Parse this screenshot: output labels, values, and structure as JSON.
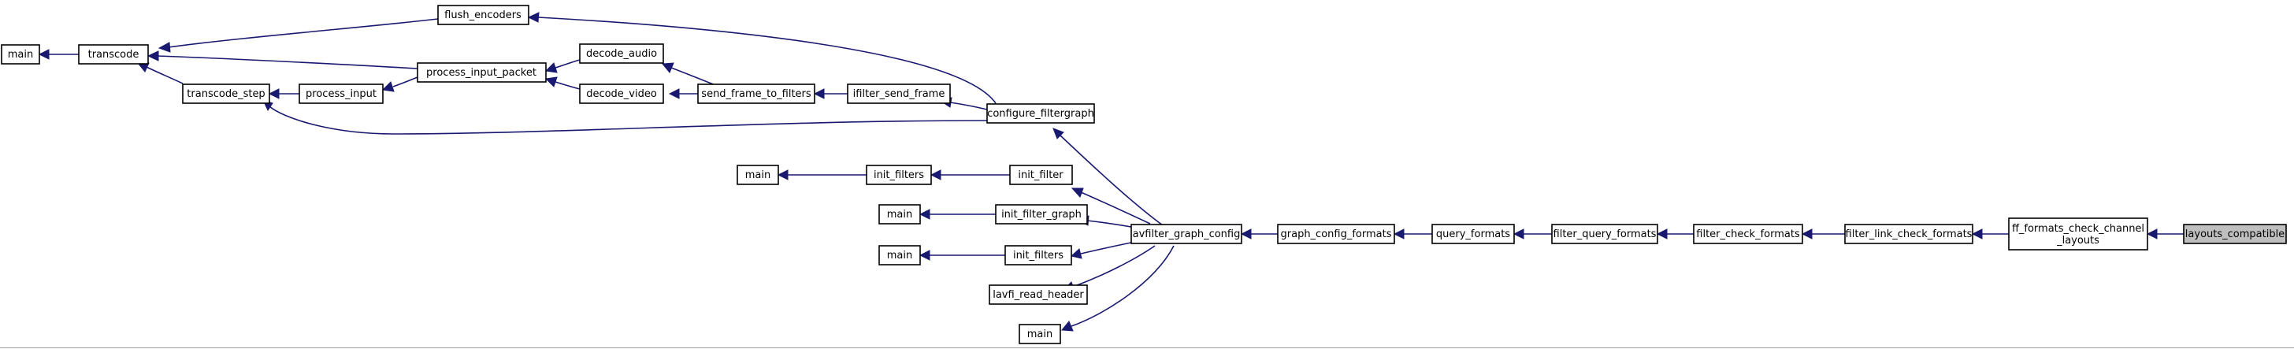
{
  "title": "",
  "nodes": {
    "main_left": "main",
    "transcode": "transcode",
    "flush_encoders": "flush_encoders",
    "transcode_step": "transcode_step",
    "process_input": "process_input",
    "process_input_packet": "process_input_packet",
    "decode_audio": "decode_audio",
    "decode_video": "decode_video",
    "send_frame_to_filters": "send_frame_to_filters",
    "ifilter_send_frame": "ifilter_send_frame",
    "configure_filtergraph": "configure_filtergraph",
    "main_init_filters": "main",
    "init_filters_a": "init_filters",
    "init_filter": "init_filter",
    "main_init_filter_graph": "main",
    "init_filter_graph": "init_filter_graph",
    "main_init_filters_b": "main",
    "init_filters_b": "init_filters",
    "lavfi_read_header": "lavfi_read_header",
    "main_bottom": "main",
    "avfilter_graph_config": "avfilter_graph_config",
    "graph_config_formats": "graph_config_formats",
    "query_formats": "query_formats",
    "filter_query_formats": "filter_query_formats",
    "filter_check_formats": "filter_check_formats",
    "filter_link_check_formats": "filter_link_check_formats",
    "ff_formats_check_channel_layouts_line1": "ff_formats_check_channel",
    "ff_formats_check_channel_layouts_line2": "_layouts",
    "layouts_compatible": "layouts_compatible"
  },
  "colors": {
    "edge": "#191970",
    "node_border": "#000000",
    "highlight_fill": "#bfbfbf"
  }
}
